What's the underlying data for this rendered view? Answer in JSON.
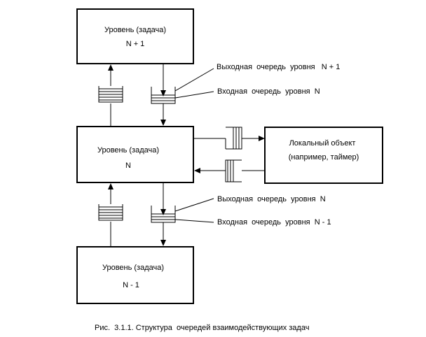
{
  "levels": {
    "upper": {
      "title": "Уровень (задача)",
      "index": "N + 1"
    },
    "middle": {
      "title": "Уровень (задача)",
      "index": "N"
    },
    "lower": {
      "title": "Уровень (задача)",
      "index": "N - 1"
    }
  },
  "local_object": {
    "line1": "Локальный объект",
    "line2": "(например, таймер)"
  },
  "labels": {
    "out_queue_upper": "Выходная  очередь  уровня   N + 1",
    "in_queue_upper": "Входная  очередь  уровня  N",
    "out_queue_lower": "Выходная  очередь  уровня  N",
    "in_queue_lower": "Входная  очередь  уровня  N - 1"
  },
  "caption": "Рис.  3.1.1. Структура  очередей взаимодействующих задач"
}
